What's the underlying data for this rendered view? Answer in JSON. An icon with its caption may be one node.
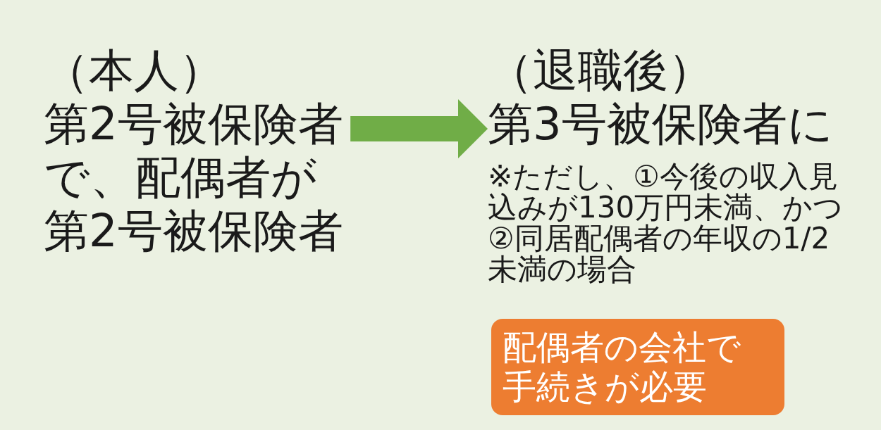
{
  "diagram": {
    "nodes": [
      {
        "text": [
          "（本人）",
          "第2号被保険者で、配偶者が第2号被保険者"
        ]
      },
      {
        "text": [
          "（退職後）",
          "第3号被保険者に",
          "※ただし、①今後の収入見込みが130万円未満、かつ②同居配偶者の年収の1/2未満の場合"
        ]
      },
      {
        "text": [
          "配偶者の会社で手続きが必要"
        ]
      }
    ],
    "edges": [
      {
        "from": 0,
        "to": 1,
        "arrow": "to",
        "color": "#70ad47"
      }
    ]
  }
}
